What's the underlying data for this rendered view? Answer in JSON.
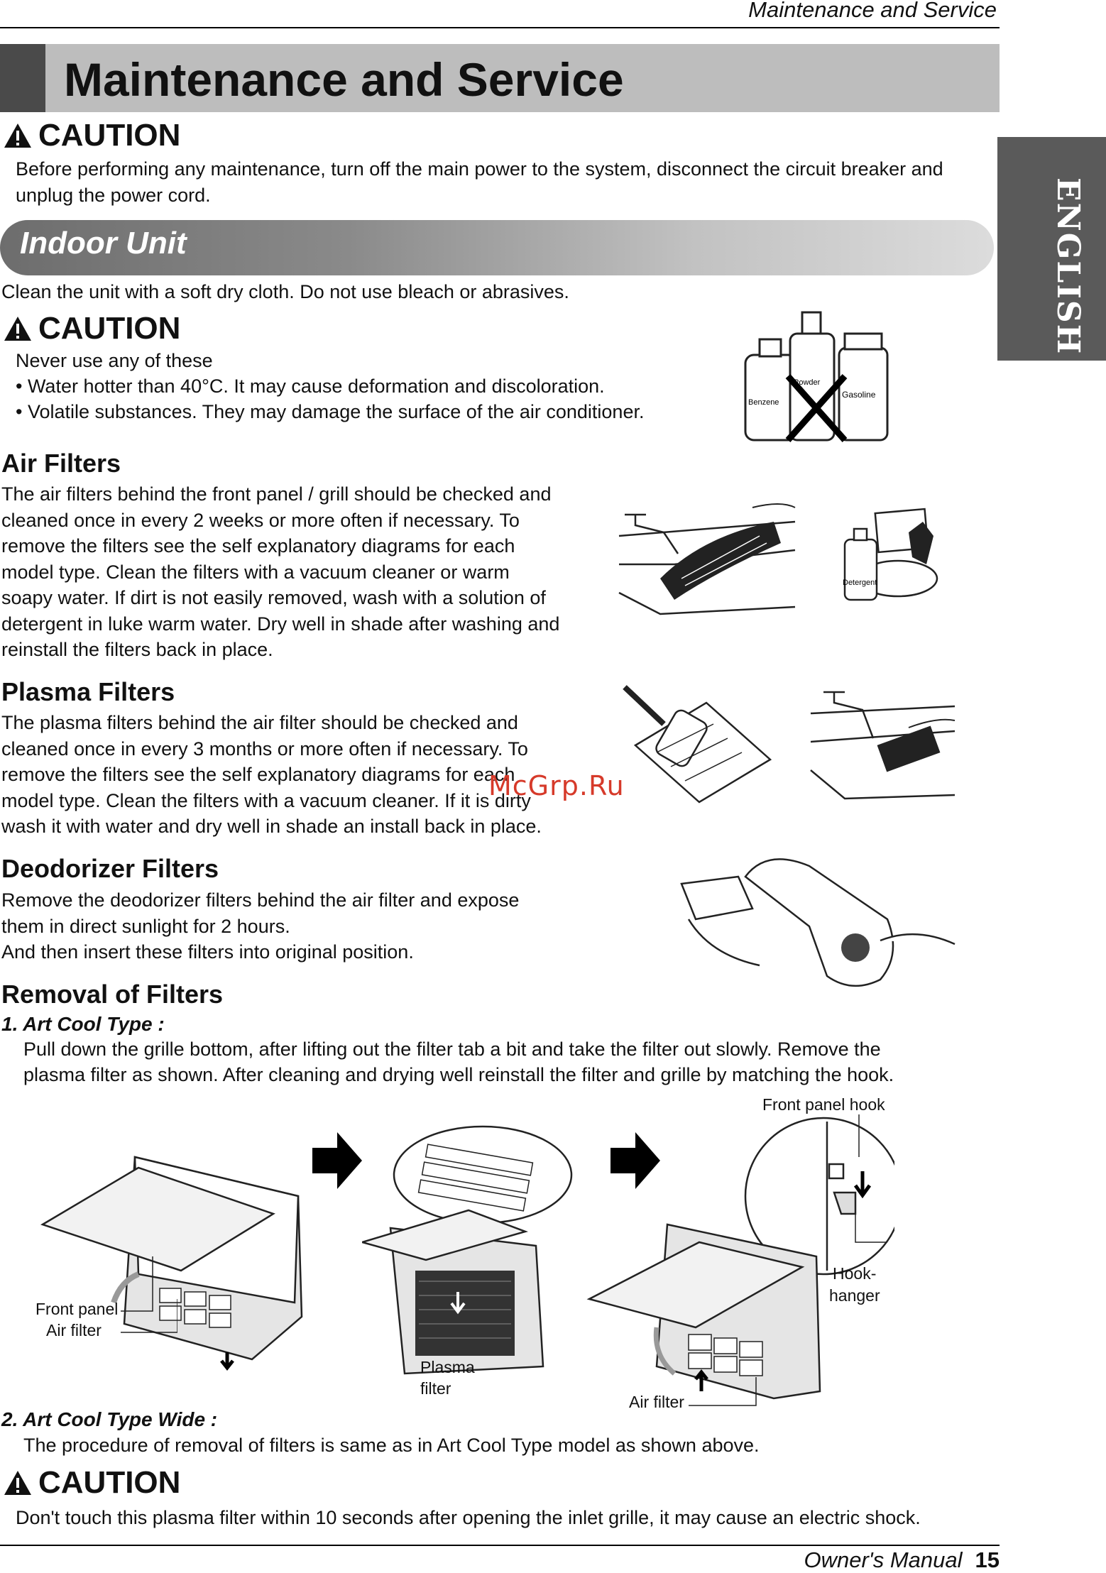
{
  "header": {
    "title": "Maintenance and Service"
  },
  "page_title": "Maintenance and Service",
  "side_tab": "ENGLISH",
  "caution1": {
    "title": "CAUTION",
    "text": "Before performing any maintenance, turn off the main power to the system, disconnect the circuit breaker and unplug the power cord."
  },
  "indoor_unit": {
    "title": "Indoor Unit",
    "intro": "Clean the unit with a soft dry cloth. Do not use bleach or abrasives."
  },
  "caution2": {
    "title": "CAUTION",
    "line1": "Never use any of these",
    "line2": "• Water hotter than 40°C. It may cause deformation and discoloration.",
    "line3": "• Volatile substances. They may damage the surface of the air conditioner."
  },
  "bottle_labels": {
    "benzene": "Benzene",
    "powder": "Powder",
    "gasoline": "Gasoline",
    "detergent": "Detergent"
  },
  "air_filters": {
    "title": "Air Filters",
    "lines": [
      "The air filters behind the front panel / grill should be checked and",
      "cleaned once in every 2 weeks or more often if necessary. To",
      "remove the filters see the self explanatory diagrams for each",
      "model type. Clean the filters with a vacuum cleaner or warm",
      "soapy water. If dirt is not easily removed, wash with a solution of",
      "detergent in luke warm water. Dry well in shade after washing and",
      "reinstall the filters back in place."
    ]
  },
  "plasma_filters": {
    "title": "Plasma Filters",
    "lines": [
      "The plasma filters behind the air filter should be checked and",
      "cleaned once in every 3 months or more often if necessary. To",
      "remove the filters see the self explanatory diagrams for each",
      "model type. Clean the filters with a vacuum cleaner. If it is dirty",
      "wash it with water and dry well in shade an install back in place."
    ]
  },
  "deodorizer_filters": {
    "title": "Deodorizer Filters",
    "lines": [
      "Remove the deodorizer filters behind the air filter and expose",
      "them in direct sunlight for 2 hours.",
      "And then insert these filters into original position."
    ]
  },
  "removal": {
    "title": "Removal of Filters",
    "type1_title": "1. Art Cool Type :",
    "type1_line1": "Pull down the grille bottom, after lifting out the filter tab a bit and take the filter out  slowly. Remove the",
    "type1_line2": "plasma filter as shown. After cleaning and drying well reinstall the filter and grille by matching the hook.",
    "labels": {
      "front_panel": "Front panel",
      "air_filter": "Air filter",
      "plasma": "Plasma",
      "filter": "filter",
      "front_panel_hook": "Front panel hook",
      "hook": "Hook-",
      "hanger": "hanger",
      "air_filter2": "Air filter"
    },
    "type2_title": "2. Art Cool Type Wide :",
    "type2_text": "The procedure of removal of filters is same as in Art Cool Type model as shown above."
  },
  "caution3": {
    "title": "CAUTION",
    "text": "Don't touch this plasma filter within 10 seconds after opening the inlet grille, it may cause an electric shock."
  },
  "watermark": "McGrp.Ru",
  "footer": {
    "label": "Owner's Manual",
    "page": "15"
  }
}
